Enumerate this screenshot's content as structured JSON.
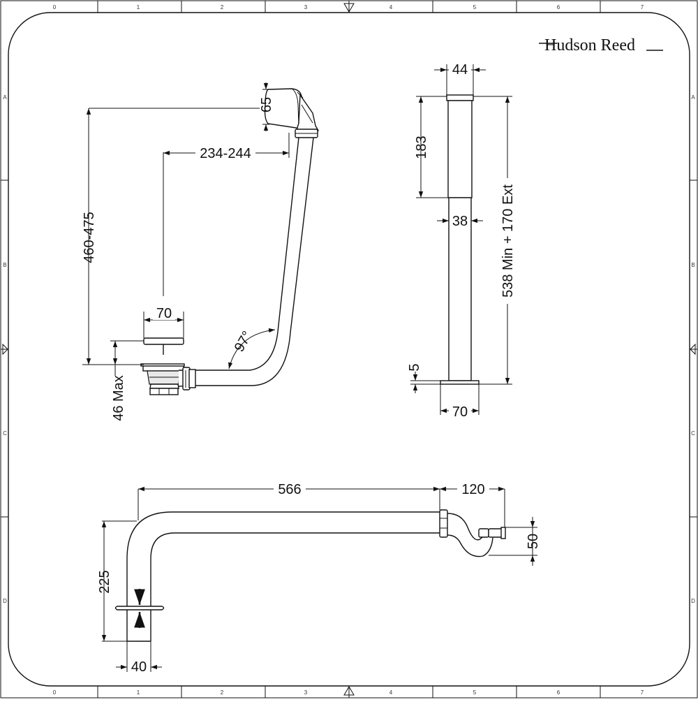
{
  "brand": "Hudson Reed",
  "grid": {
    "columns": [
      "0",
      "1",
      "2",
      "3",
      "4",
      "5",
      "6",
      "7"
    ],
    "rows": [
      "A",
      "B",
      "C",
      "D"
    ]
  },
  "side_view": {
    "overflow_height": "65",
    "horizontal_reach": "234-244",
    "total_height": "460-475",
    "plug_width": "70",
    "waste_depth": "46 Max",
    "bend_angle": "97°"
  },
  "pillar_view": {
    "top_width": "44",
    "sleeve_height": "183",
    "tube_width": "38",
    "overall_height": "538 Min + 170 Ext",
    "base_height": "5",
    "base_width": "70"
  },
  "plan_view": {
    "pipe_length": "566",
    "trap_length": "120",
    "riser_height": "225",
    "trap_drop": "50",
    "outlet_width": "40"
  }
}
